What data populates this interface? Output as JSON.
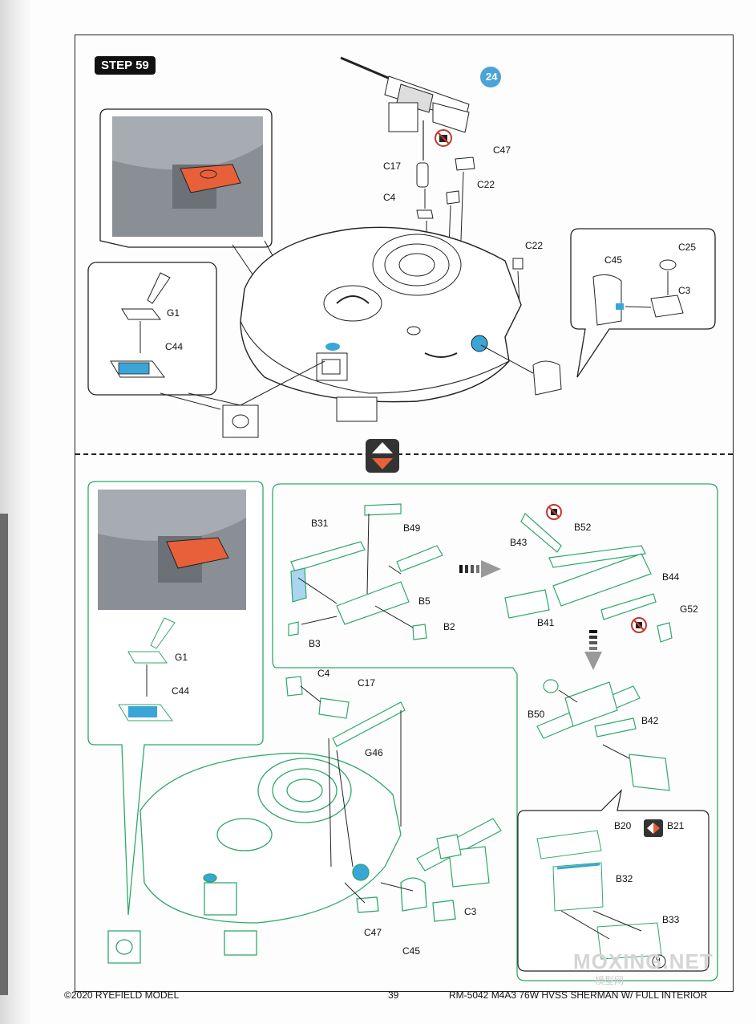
{
  "step_label": "STEP 59",
  "callout_number": "24",
  "sub_number": "9",
  "labels_top": {
    "c47": "C47",
    "c17": "C17",
    "c22a": "C22",
    "c4": "C4",
    "c22b": "C22",
    "c45": "C45",
    "c25": "C25",
    "c3": "C3",
    "g1": "G1",
    "c44": "C44"
  },
  "labels_bottom": {
    "g1": "G1",
    "c44": "C44",
    "b31": "B31",
    "b49": "B49",
    "b5": "B5",
    "b2": "B2",
    "b3": "B3",
    "b43": "B43",
    "b52": "B52",
    "b44": "B44",
    "b41": "B41",
    "g52": "G52",
    "b50": "B50",
    "b42": "B42",
    "c4": "C4",
    "c17": "C17",
    "g46": "G46",
    "c47": "C47",
    "c45": "C45",
    "c3": "C3",
    "b20": "B20",
    "b21": "B21",
    "b32": "B32",
    "b33": "B33"
  },
  "footer": {
    "copyright": "©2020 RYEFIELD MODEL",
    "page_number": "39",
    "title": "RM-5042  M4A3 76W HVSS SHERMAN W/ FULL INTERIOR"
  },
  "watermark": "MOXING.NET",
  "watermark_sub": "模型网",
  "colors": {
    "highlight_orange": "#e8603a",
    "outline_green": "#2fa86a",
    "highlight_blue": "#3aa6d8",
    "callout_blue": "#4aa3d9"
  }
}
